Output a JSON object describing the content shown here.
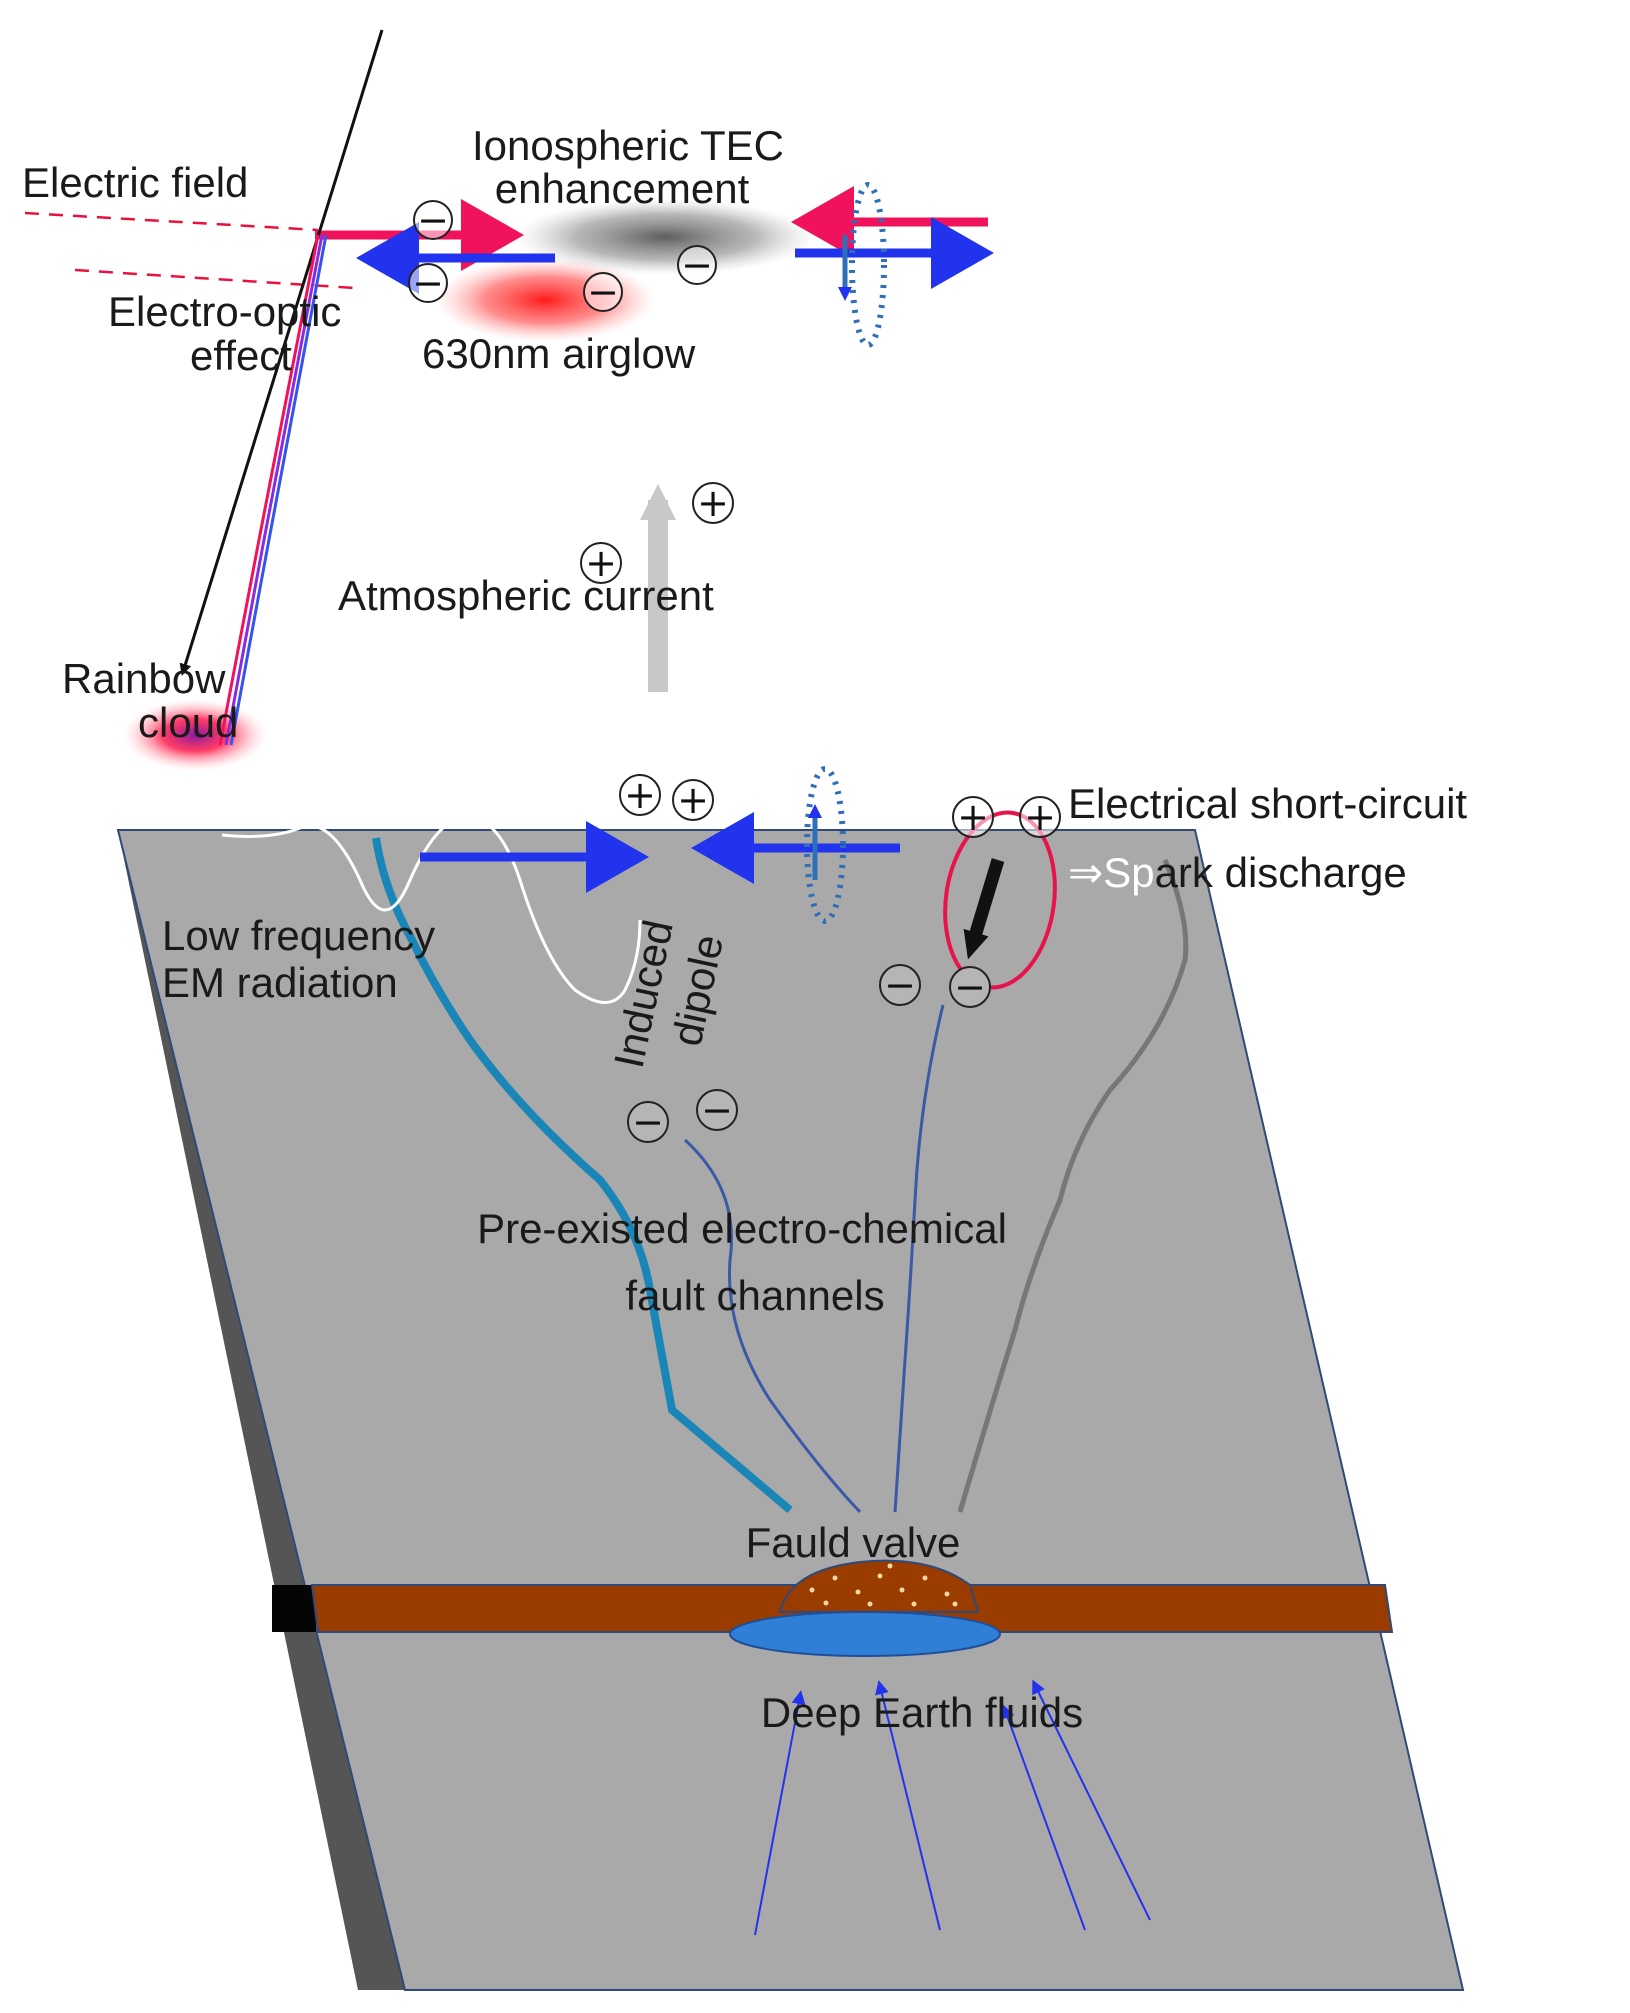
{
  "labels": {
    "ionospheric_line1": "Ionospheric TEC",
    "ionospheric_line2": "enhancement",
    "electric_field": "Electric field",
    "electro_optic_line1": "Electro-optic",
    "electro_optic_line2": "effect",
    "airglow": "630nm airglow",
    "atmospheric_current": "Atmospheric current",
    "rainbow_line1": "Rainbow",
    "rainbow_line2": "cloud",
    "short_circuit": "Electrical short-circuit",
    "spark_arrow": "⇒",
    "spark_sp": "Sp",
    "spark_rest": "ark discharge",
    "low_freq_line1": "Low frequency",
    "low_freq_line2": "EM radiation",
    "induced_line1": "Induced",
    "induced_line2": "dipole",
    "fault_channels_line1": "Pre-existed electro-chemical",
    "fault_channels_line2": "fault channels",
    "fauld_valve": "Fauld valve",
    "deep_fluids": "Deep Earth fluids"
  },
  "symbols": {
    "plus": "+",
    "minus": "−"
  },
  "colors": {
    "crust_face": "#a9a9a9",
    "crust_edge": "#555555",
    "fault_layer": "#9a3b00",
    "fluid": "#2f7fd6",
    "red_arrow": "#f0125a",
    "blue_arrow": "#2233ee",
    "channel_thick": "#1a86b8",
    "channel_thin": "#3a5aa8"
  }
}
